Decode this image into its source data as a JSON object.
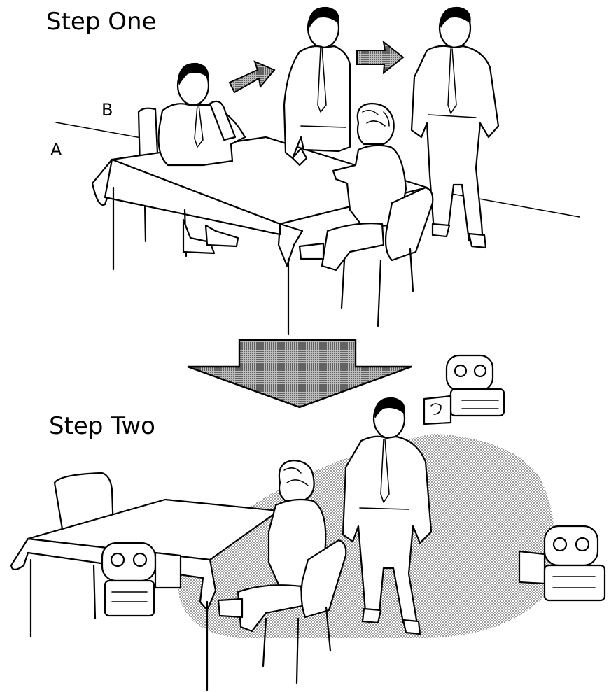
{
  "labels": {
    "step_one": "Step One",
    "step_two": "Step Two",
    "marker_a": "A",
    "marker_b": "B"
  },
  "colors": {
    "ink": "#000000",
    "paper": "#ffffff",
    "halftone_light": "#c9c9c9",
    "halftone_dark": "#9a9a9a"
  },
  "icons": {
    "flow_arrow": "right-arrow-icon",
    "transition_arrow": "down-arrow-icon",
    "camera": "video-camera-icon"
  }
}
